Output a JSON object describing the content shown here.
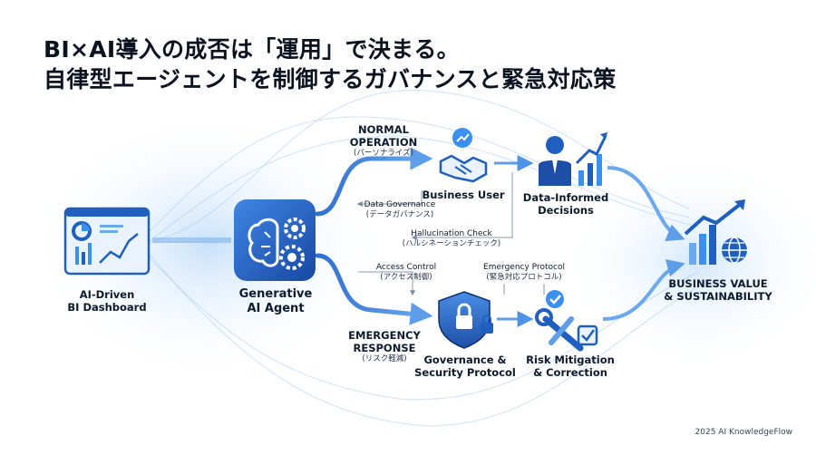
{
  "title": {
    "line1": "BI×AI導入の成否は「運用」で決まる。",
    "line2": "自律型エージェントを制御するガバナンスと緊急対応策"
  },
  "nodes": {
    "dashboard": {
      "label1": "AI-Driven",
      "label2": "BI Dashboard",
      "icon": "dashboard-icon"
    },
    "agent": {
      "label1": "Generative",
      "label2": "AI Agent",
      "icon": "brain-gears-icon"
    },
    "business_user": {
      "label": "Business User",
      "icon": "handshake-icon"
    },
    "decisions": {
      "label1": "Data-Informed",
      "label2": "Decisions",
      "icon": "businessman-chart-icon"
    },
    "governance": {
      "label1": "Governance &",
      "label2": "Security Protocol",
      "icon": "shield-lock-icon"
    },
    "risk": {
      "label1": "Risk Mitigation",
      "label2": "& Correction",
      "icon": "wrench-check-icon"
    },
    "value": {
      "label1": "BUSINESS VALUE",
      "label2": "& SUSTAINABILITY",
      "icon": "growth-globe-icon"
    }
  },
  "edges": {
    "normal": {
      "label1": "NORMAL",
      "label2": "OPERATION",
      "sub": "(パーソナライズ)"
    },
    "emergency": {
      "label1": "EMERGENCY",
      "label2": "RESPONSE",
      "sub": "(リスク軽減)"
    },
    "data_gov": {
      "label": "Data Governance",
      "sub": "(データガバナンス)"
    },
    "halluc": {
      "label": "Hallucination Check",
      "sub": "(ハルシネーションチェック)"
    },
    "access": {
      "label": "Access Control",
      "sub": "(アクセス制御)"
    },
    "emerg_proto": {
      "label": "Emergency Protocol",
      "sub": "(緊急対応プロトコル)"
    }
  },
  "footer": "2025 AI KnowledgeFlow",
  "colors": {
    "primary": "#1f5fbf",
    "accent": "#3b8ff0",
    "light": "#bcd8f7",
    "dark": "#0d2f6b"
  }
}
